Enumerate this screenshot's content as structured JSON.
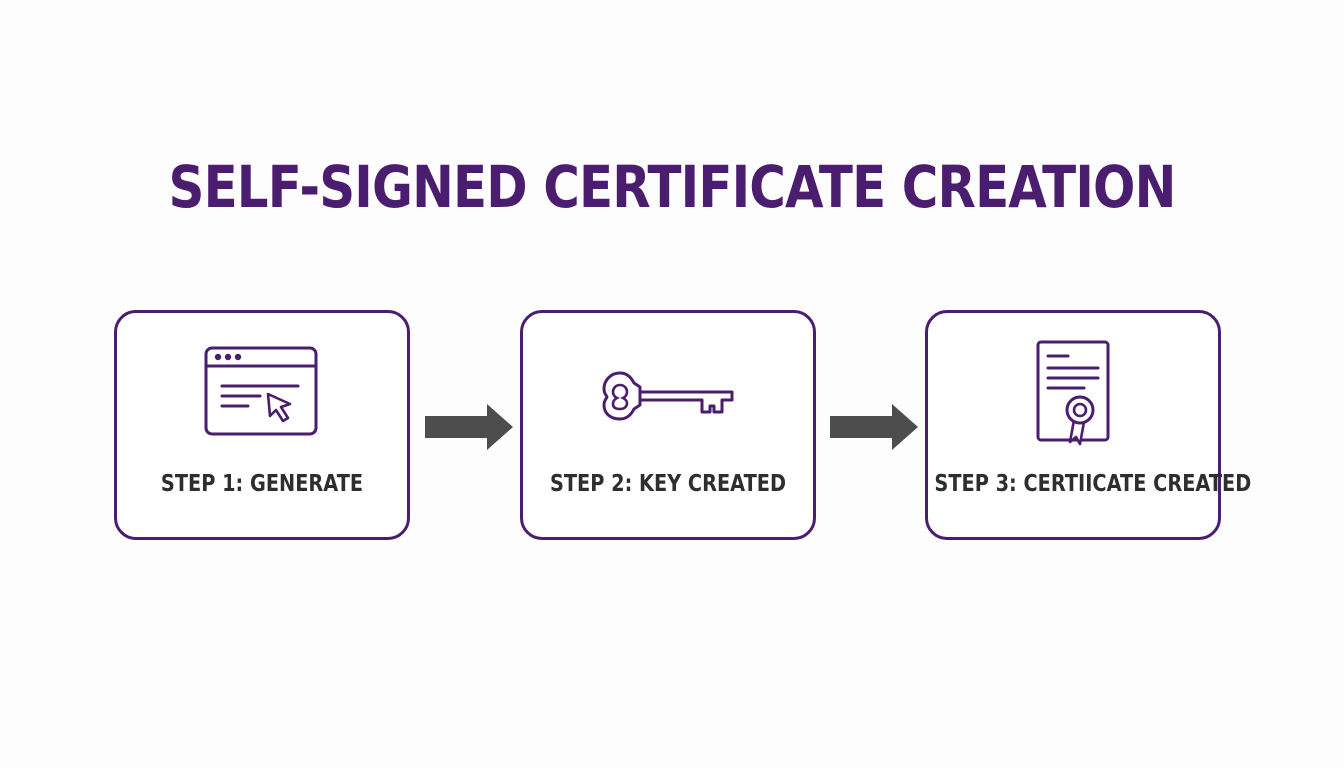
{
  "title": "SELF-SIGNED CERTIFICATE CREATION",
  "colors": {
    "accent": "#4b1d6e",
    "arrow": "#4d4d4d",
    "label": "#2e2e2e",
    "background": "#fdfdfd"
  },
  "steps": [
    {
      "label": "STEP 1: GENERATE",
      "icon": "browser-cursor-icon"
    },
    {
      "label": "STEP 2: KEY CREATED",
      "icon": "key-icon"
    },
    {
      "label": "STEP 3: CERTIICATE CREATED",
      "icon": "certificate-icon"
    }
  ],
  "connectors": [
    {
      "from": "STEP 1: GENERATE",
      "to": "STEP 2: KEY CREATED",
      "icon": "arrow-right-icon"
    },
    {
      "from": "STEP 2: KEY CREATED",
      "to": "STEP 3: CERTIICATE CREATED",
      "icon": "arrow-right-icon"
    }
  ]
}
